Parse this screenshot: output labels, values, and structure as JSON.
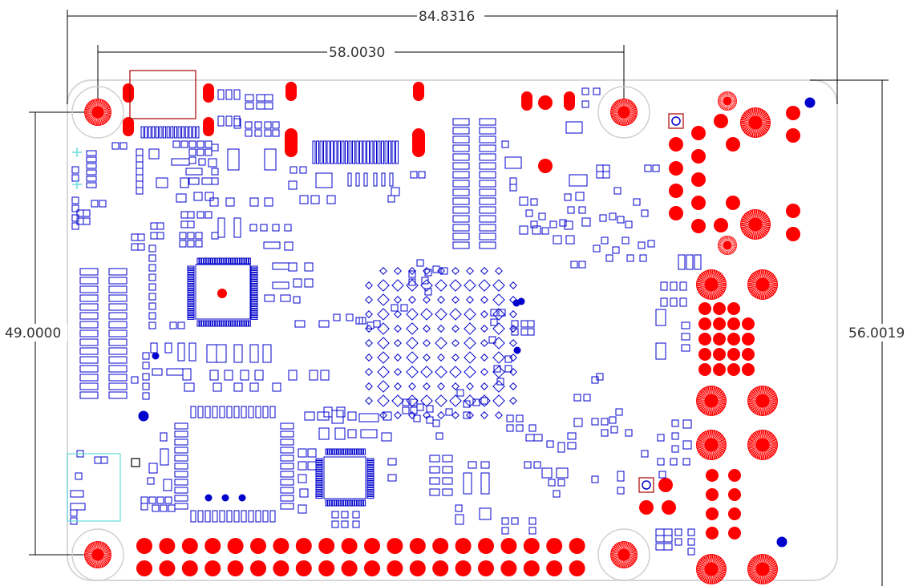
{
  "dimensions": {
    "top_outer": "84.8316",
    "top_inner": "58.0030",
    "left": "49.0000",
    "right": "56.0019"
  },
  "colors": {
    "copper": "#ff0000",
    "silk": "#0000cc",
    "outline": "#d8d8d8",
    "dim": "#000000",
    "keepout": "#aa0000",
    "cyan": "#66dddd"
  }
}
